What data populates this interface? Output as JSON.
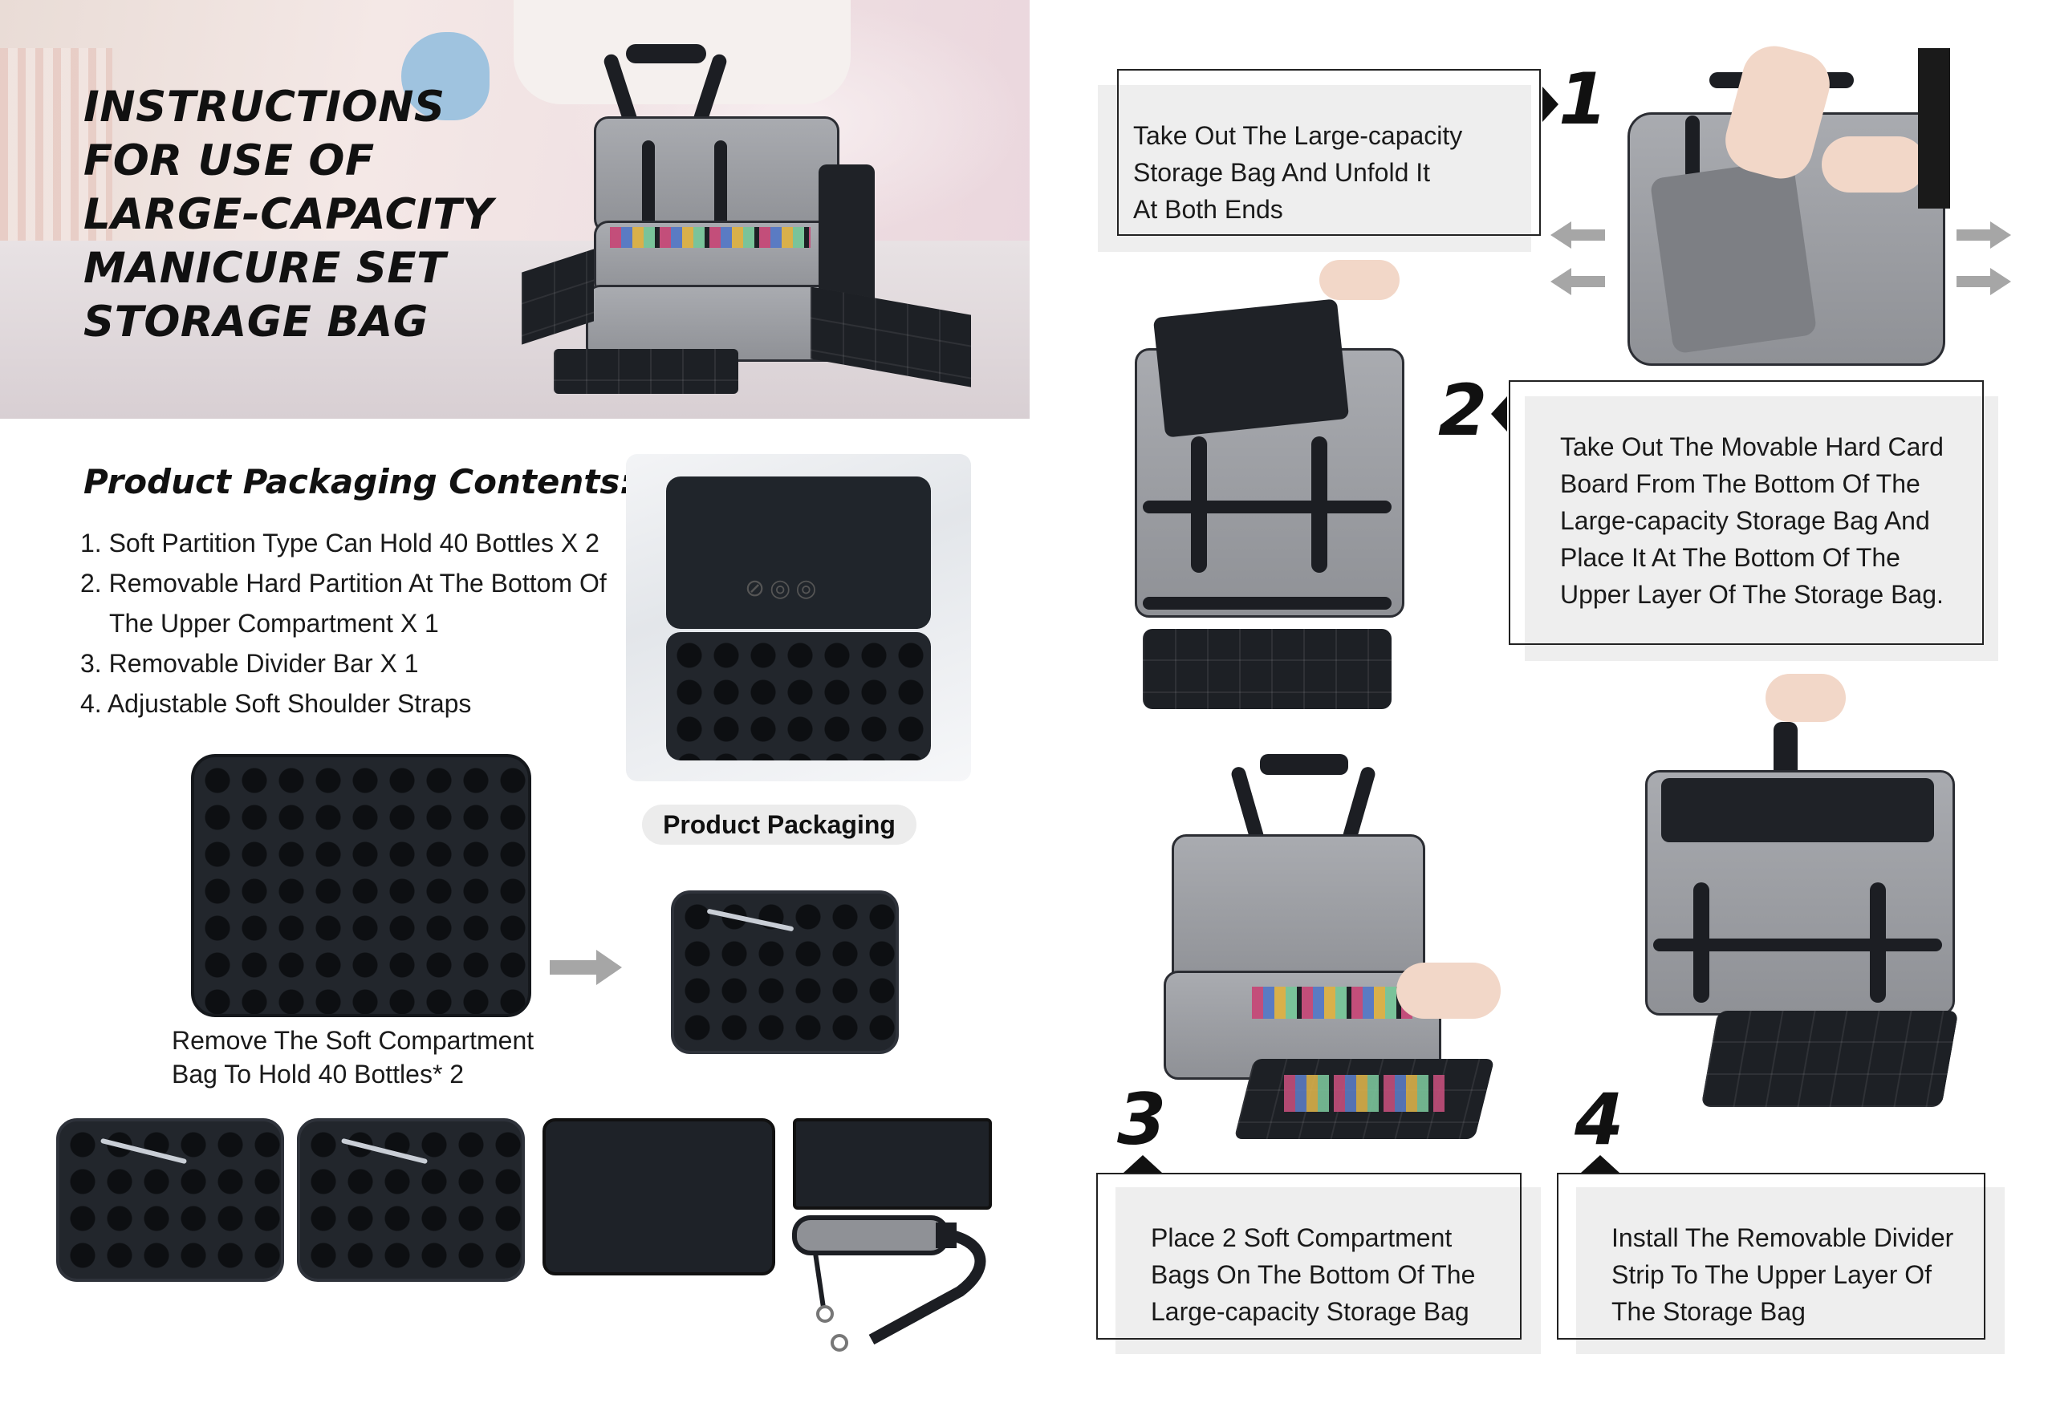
{
  "header": {
    "title_lines": [
      "INSTRUCTIONS",
      "FOR USE OF",
      "LARGE-CAPACITY",
      "MANICURE SET",
      "STORAGE BAG"
    ]
  },
  "contents": {
    "heading": "Product Packaging Contents:",
    "items": [
      "1. Soft Partition Type Can Hold 40 Bottles X 2",
      "2. Removable Hard Partition At The Bottom Of",
      "The Upper Compartment X 1",
      "3. Removable Divider Bar X 1",
      "4. Adjustable Soft Shoulder Straps"
    ],
    "packaging_label": "Product Packaging",
    "remove_caption_lines": [
      "Remove The Soft Compartment",
      "Bag To Hold 40 Bottles* 2"
    ]
  },
  "steps": [
    {
      "number": "1",
      "lines": [
        "Take Out The Large-capacity",
        "Storage Bag And Unfold It",
        "At Both Ends"
      ]
    },
    {
      "number": "2",
      "lines": [
        "Take Out The Movable Hard Card",
        "Board From The Bottom Of The",
        "Large-capacity Storage Bag And",
        "Place It At The Bottom Of The",
        "Upper Layer Of The Storage Bag."
      ]
    },
    {
      "number": "3",
      "lines": [
        "Place 2 Soft Compartment",
        "Bags On The Bottom Of The",
        "Large-capacity Storage Bag"
      ]
    },
    {
      "number": "4",
      "lines": [
        "Install The Removable Divider",
        "Strip To The Upper Layer Of",
        "The Storage Bag"
      ]
    }
  ],
  "icons": {
    "arrow": "arrow-right-icon",
    "packaging_symbols": "recycle-symbols-icon"
  },
  "colors": {
    "bag_gray": "#9c9ea3",
    "strap_black": "#1c1e23",
    "box_gray": "#eeeeee",
    "arrow_gray": "#a6a6a6"
  }
}
